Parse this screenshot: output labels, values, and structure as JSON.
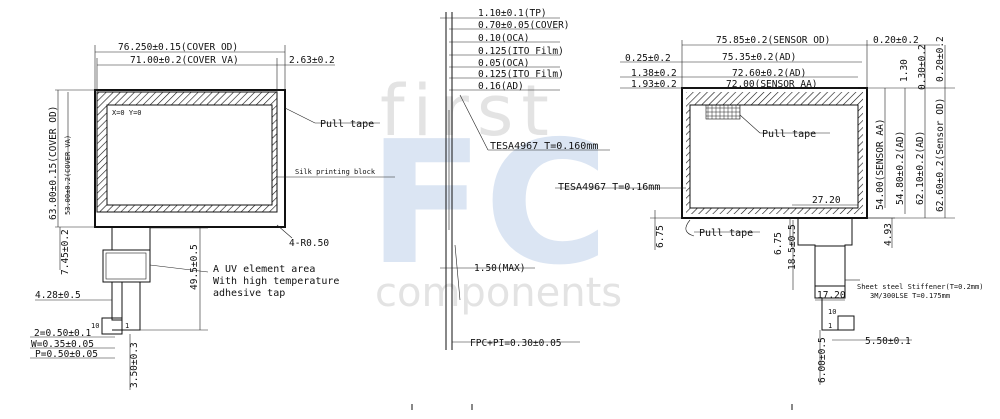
{
  "watermark": {
    "line1": "first",
    "line2": "FC",
    "line3": "components"
  },
  "front_view": {
    "cover_od": "76.250±0.15(COVER OD)",
    "cover_va": "71.00±0.2(COVER VA)",
    "side_right": "2.63±0.2",
    "height_od": "63.00±0.15(COVER OD)",
    "height_va": "53.00±0.2(COVER VA)",
    "origin_label": "X=0 Y=0",
    "pull_tape": "Pull tape",
    "silk_printing": "Silk printing block",
    "radius": "4-R0.50",
    "bottom_left": "7.45±0.2",
    "fpc_length": "49.5±0.5",
    "uv_note_1": "A UV element area",
    "uv_note_2": "With high temperature",
    "uv_note_3": "adhesive tap",
    "fpc_offset": "4.28±0.5",
    "pin_count": "10",
    "pin_one": "1",
    "pitch_2": "2=0.50±0.1",
    "pin_width": "W=0.35±0.05",
    "pitch": "P=0.50±0.05",
    "tail": "3.50±0.3"
  },
  "side_view": {
    "layers": [
      "1.10±0.1(TP)",
      "0.70±0.05(COVER)",
      "0.10(OCA)",
      "0.125(ITO Film)",
      "0.05(OCA)",
      "0.125(ITO Film)",
      "0.16(AD)"
    ],
    "tesa": "TESA4967 T=0.160mm",
    "max_label": "1.50(MAX)",
    "fpc_pi": "FPC+PI=0.30±0.05"
  },
  "back_view": {
    "sensor_od": "75.85±0.2(SENSOR OD)",
    "right_top": "0.20±0.2",
    "left_1": "0.25±0.2",
    "ad_1": "75.35±0.2(AD)",
    "left_2": "1.38±0.2",
    "ad_2": "72.60±0.2(AD)",
    "left_3": "1.93±0.2",
    "sensor_aa": "72.00(SENSOR AA)",
    "pull_tape": "Pull tape",
    "tesa": "TESA4967 T=0.16mm",
    "v_1_30": "1.30",
    "v_0_30": "0.30±0.2",
    "v_0_20": "0.20±0.2",
    "v_54": "54.00(SENSOR AA)",
    "v_54_80": "54.80±0.2(AD)",
    "v_62_10": "62.10±0.2(AD)",
    "v_62_60": "62.60±0.2(Sensor OD)",
    "dim_27_20": "27.20",
    "dim_6_75_l": "6.75",
    "dim_4_93": "4.93",
    "pull_tape_2": "Pull tape",
    "dim_6_75_m": "6.75",
    "dim_18_5": "18.5±0.5",
    "stiffener": "Sheet steel Stiffener(T=0.2mm)",
    "stiffener_2": "3M/300LSE T=0.175mm",
    "dim_17_20": "17.20",
    "pin_count": "10",
    "pin_one": "1",
    "dim_5_50": "5.50±0.1",
    "dim_6_00": "6.00±0.5"
  }
}
